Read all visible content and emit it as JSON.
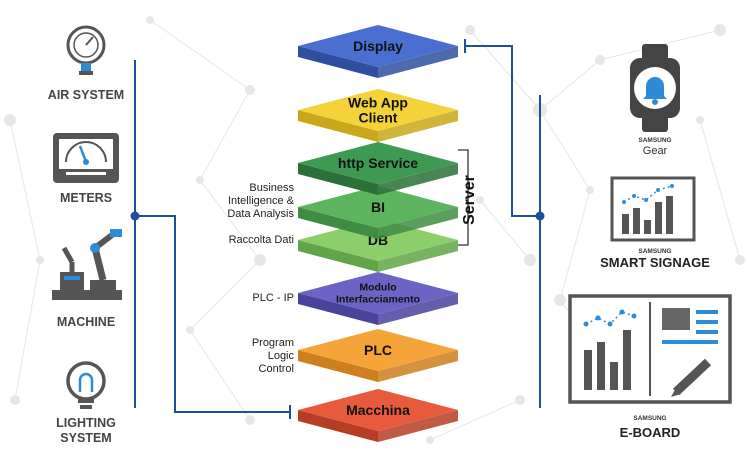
{
  "layers": [
    {
      "label": "Display",
      "color": "#4a6fd0",
      "side": "#2f4f9e"
    },
    {
      "label_lines": [
        "Web App",
        "Client"
      ],
      "color": "#f4d33a",
      "side": "#c9a718"
    },
    {
      "label": "http Service",
      "color": "#3e9a52",
      "side": "#2a7038"
    },
    {
      "label": "BI",
      "color": "#5cb45e",
      "side": "#3f8c44"
    },
    {
      "label": "DB",
      "color": "#8ccf6a",
      "side": "#62a548"
    },
    {
      "label_lines": [
        "Modulo",
        "Interfacciamento"
      ],
      "color": "#6b64c4",
      "side": "#4a439c"
    },
    {
      "label": "PLC",
      "color": "#f5a43a",
      "side": "#cc7f1c"
    },
    {
      "label": "Macchina",
      "color": "#e85a3c",
      "side": "#b63d24"
    }
  ],
  "side_labels": {
    "bi": [
      "Business",
      "Intelligence &",
      "Data Analysis"
    ],
    "db": "Raccolta Dati",
    "plc_ip": "PLC - IP",
    "plc": [
      "Program",
      "Logic",
      "Control"
    ]
  },
  "server_label": "Server",
  "left_devices": [
    {
      "label": "AIR SYSTEM",
      "icon": "pressure-gauge-icon"
    },
    {
      "label": "METERS",
      "icon": "meter-icon"
    },
    {
      "label": "MACHINE",
      "icon": "robot-arm-icon"
    },
    {
      "label_lines": [
        "LIGHTING",
        "SYSTEM"
      ],
      "icon": "lightbulb-icon"
    }
  ],
  "right_devices": {
    "gear": {
      "brand": "SAMSUNG",
      "name": "Gear",
      "icon": "smartwatch-icon"
    },
    "signage": {
      "brand": "SAMSUNG",
      "name": "SMART SIGNAGE",
      "icon": "chart-screen-icon"
    },
    "eboard": {
      "brand": "SAMSUNG",
      "name": "E-BOARD",
      "icon": "whiteboard-icon"
    }
  },
  "colors": {
    "line": "#1f4e9a",
    "icon": "#555555",
    "icon_accent": "#2e8bd6",
    "network": "#e4e4e4"
  }
}
